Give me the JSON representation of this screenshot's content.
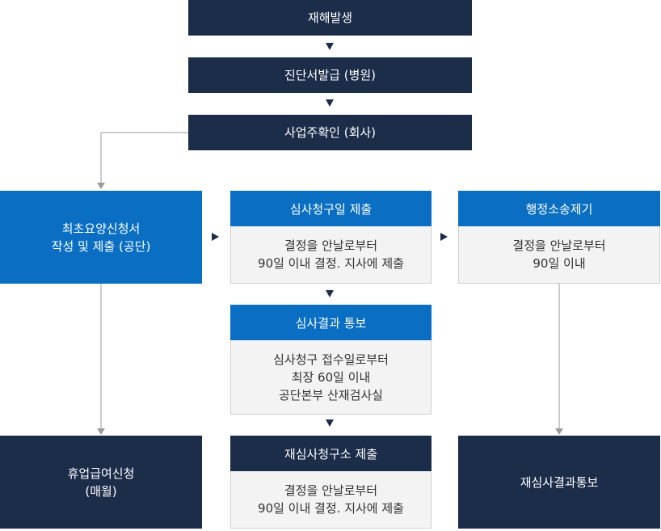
{
  "steps": {
    "accident": "재해발생",
    "diagnosis": "진단서발급 (병원)",
    "company_confirm": "사업주확인 (회사)"
  },
  "first_claim": {
    "lines": [
      "최초요양신청서",
      "작성 및 제출 (공단)"
    ]
  },
  "leave_benefit": {
    "lines": [
      "휴업급여신청",
      "(매월)"
    ]
  },
  "review_request": {
    "title": "심사청구일 제출",
    "lines": [
      "결정을 안날로부터",
      "90일 이내 결정. 지사에 제출"
    ]
  },
  "review_result": {
    "title": "심사결과 통보",
    "lines": [
      "심사청구 접수일로부터",
      "최장 60일 이내",
      "공단본부 산재검사실"
    ]
  },
  "re_review": {
    "title": "재심사청구소 제출",
    "lines": [
      "결정을 안날로부터",
      "90일 이내 결정. 지사에 제출"
    ]
  },
  "lawsuit": {
    "title": "행정소송제기",
    "lines": [
      "결정을 안날로부터",
      "90일 이내"
    ]
  },
  "re_review_result": {
    "label": "재심사결과통보"
  },
  "colors": {
    "navy": "#1c2d4a",
    "blue": "#0a6fc2",
    "grey_bg": "#f3f3f3",
    "connector": "#9a9a9a"
  }
}
